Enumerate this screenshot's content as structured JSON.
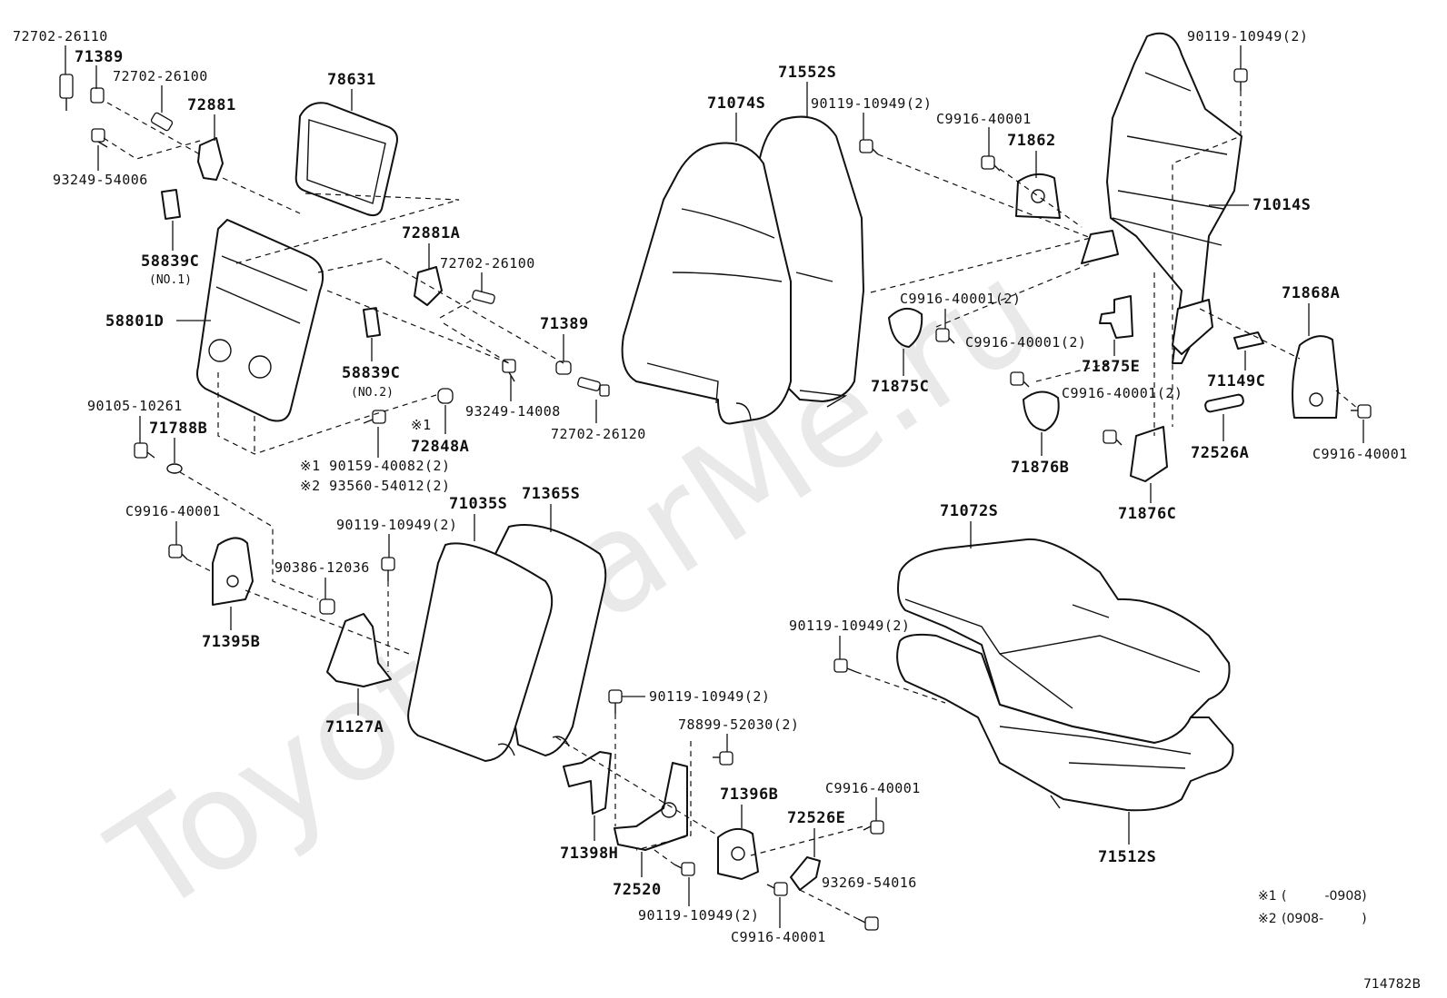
{
  "watermark": "ToyotaCarMe.ru",
  "diagram_id": "714782B",
  "footnotes": [
    {
      "mark": "※1",
      "text": "(　　　-0908)"
    },
    {
      "mark": "※2",
      "text": "(0908-　　　)"
    }
  ],
  "labels": {
    "p72702_26110": "72702-26110",
    "p71389_a": "71389",
    "p72702_26100_a": "72702-26100",
    "p72881": "72881",
    "p93249_54006": "93249-54006",
    "p78631": "78631",
    "p58839c_1": "58839C",
    "p58839c_1_sub": "(NO.1)",
    "p58801d": "58801D",
    "p72881a": "72881A",
    "p72702_26100_b": "72702-26100",
    "p71389_b": "71389",
    "p58839c_2": "58839C",
    "p58839c_2_sub": "(NO.2)",
    "p93249_14008": "93249-14008",
    "p72702_26120": "72702-26120",
    "p90105_10261": "90105-10261",
    "p71788b": "71788B",
    "p72848a_mark": "※1",
    "p72848a": "72848A",
    "p90159_40082": "※1 90159-40082(2)",
    "p93560_54012": "※2 93560-54012(2)",
    "p71074s": "71074S",
    "p71552s": "71552S",
    "p90119_10949_top": "90119-10949(2)",
    "p90119_10949_right": "90119-10949(2)",
    "p c9916_40001_a": "C9916-40001",
    "p71862": "71862",
    "p71014s": "71014S",
    "p71868a": "71868A",
    "pc9916_40001_2a": "C9916-40001(2)",
    "pc9916_40001_2b": "C9916-40001(2)",
    "p71875c": "71875C",
    "p71875e": "71875E",
    "p71149c": "71149C",
    "pc9916_40001_2c": "C9916-40001(2)",
    "p72526a": "72526A",
    "pc9916_40001_r": "C9916-40001",
    "p71876b": "71876B",
    "p71876c": "71876C",
    "pc9916_40001_l": "C9916-40001",
    "p90119_10949_mid": "90119-10949(2)",
    "p71035s": "71035S",
    "p71365s": "71365S",
    "p90386_12036": "90386-12036",
    "p71395b": "71395B",
    "p71127a": "71127A",
    "p71072s": "71072S",
    "p90119_10949_cush": "90119-10949(2)",
    "p71512s": "71512S",
    "p90119_10949_bot1": "90119-10949(2)",
    "p78899_52030": "78899-52030(2)",
    "p71396b": "71396B",
    "pc9916_40001_b": "C9916-40001",
    "p72526e": "72526E",
    "p71398h": "71398H",
    "p72520": "72520",
    "p93269_54016": "93269-54016",
    "p90119_10949_bot2": "90119-10949(2)",
    "pc9916_40001_bb": "C9916-40001"
  }
}
